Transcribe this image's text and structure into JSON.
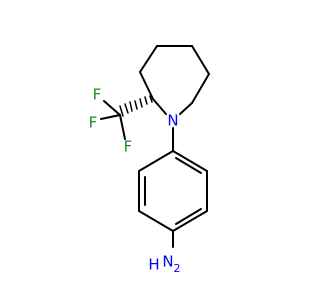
{
  "molecule": {
    "atoms": {
      "f1": {
        "symbol": "F",
        "color": "#228B22"
      },
      "f2": {
        "symbol": "F",
        "color": "#228B22"
      },
      "f3": {
        "symbol": "F",
        "color": "#228B22"
      },
      "n_ring": {
        "symbol": "N",
        "color": "#0000FF"
      },
      "n_amine": {
        "symbol": "N",
        "color": "#0000FF"
      },
      "h_amine": {
        "symbol": "H",
        "color": "#0000FF"
      },
      "h2_amine": {
        "symbol": "2",
        "color": "#0000FF"
      }
    },
    "bond_color": "#000000"
  }
}
